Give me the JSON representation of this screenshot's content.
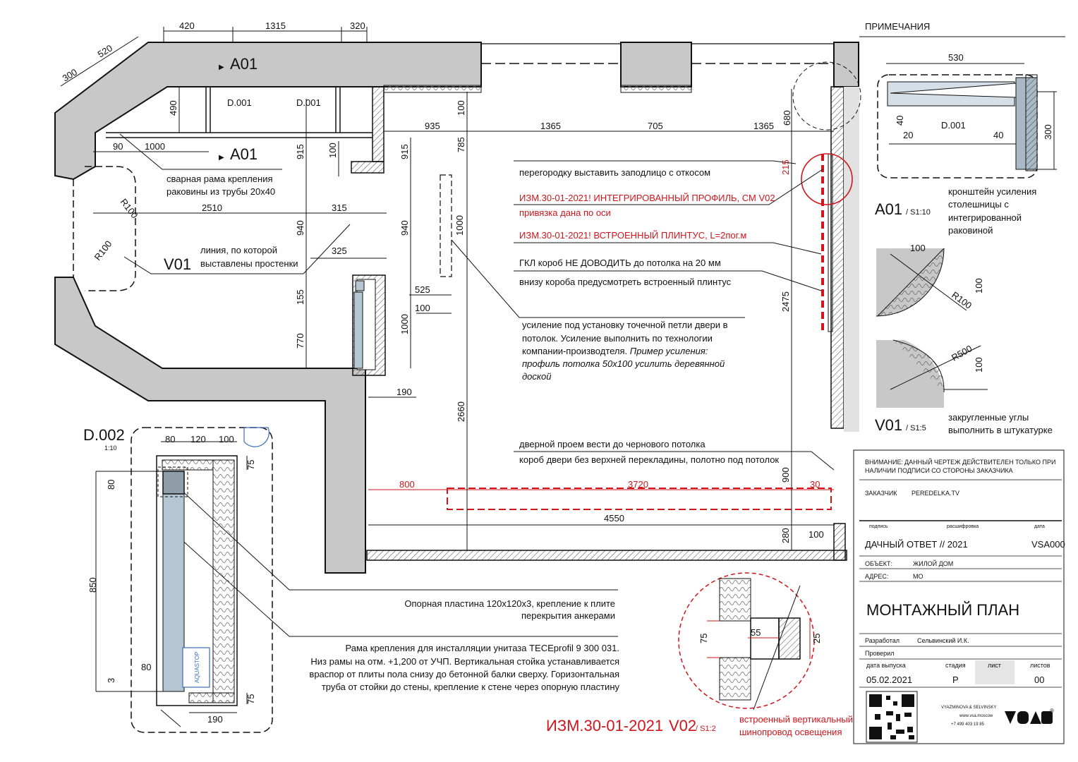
{
  "dims": {
    "d420": "420",
    "d1315": "1315",
    "d320": "320",
    "d520": "520",
    "d300": "300",
    "d490": "490",
    "d90": "90",
    "d1000a": "1000",
    "d935": "935",
    "d1365a": "1365",
    "d705": "705",
    "d1365b": "1365",
    "d680": "680",
    "d100a": "100",
    "d785": "785",
    "d915a": "915",
    "d100b": "100",
    "d915b": "915",
    "d2510": "2510",
    "d315": "315",
    "d940a": "940",
    "d940b": "940",
    "d1000b": "1000",
    "d325": "325",
    "d525": "525",
    "d100c": "100",
    "d155": "155",
    "d770": "770",
    "d1000c": "1000",
    "d190a": "190",
    "d2660": "2660",
    "d215": "215",
    "d2475": "2475",
    "d900": "900",
    "d800": "800",
    "d3720": "3720",
    "d30": "30",
    "d4550": "4550",
    "d280": "280",
    "d100d": "100",
    "r100a": "R100",
    "r100b": "R100"
  },
  "labels": {
    "a01_top": "A01",
    "a01_mid": "A01",
    "d001a": "D.001",
    "d001b": "D.001",
    "v01": "V01"
  },
  "notes": {
    "frame1": "сварная рама крепления",
    "frame2": "раковины из трубы 20х40",
    "line1": "линия, по которой",
    "line2": "выставлены простенки",
    "n1": "перегородку выставить заподлицо с откосом",
    "rev1a": "ИЗМ.30-01-2021! ИНТЕГРИРОВАННЫЙ ПРОФИЛЬ, СМ V02",
    "rev1b": "привязка дана по оси",
    "rev2": "ИЗМ.30-01-2021! ВСТРОЕННЫЙ ПЛИНТУС, L=2пог.м",
    "n2": "ГКЛ короб НЕ ДОВОДИТЬ до потолка на 20 мм",
    "n3": "внизу короба предусмотреть встроенный плинтус",
    "n4a": "усиление под установку точечной петли двери в",
    "n4b": "потолок. Усиление выполнить по технологии",
    "n4c": "компании-производтеля.",
    "n4c_i": "Пример усиления:",
    "n4d": "профиль потолка 50х100 усилить деревянной",
    "n4e": "доской",
    "n5": "дверной проем вести до чернового потолка",
    "n6": "короб двери без верхней перекладины, полотно под потолок",
    "plate1": "Опорная пластина 120х120х3, крепление к плите",
    "plate2": "перекрытия анкерами",
    "rama1": "Рама крепления для инсталляции унитаза TECEprofil 9 300 031.",
    "rama2": "Низ рамы на отм. +1,200 от УЧП. Вертикальная стойка устанавливается",
    "rama3": "враспор от плиты пола снизу до бетонной балки сверху. Горизонтальная",
    "rama4": "труба от стойки до стены, крепление к стене через опорную пластину"
  },
  "d002": {
    "title": "D.002",
    "scale": "1:10",
    "d80a": "80",
    "d120": "120",
    "d100": "100",
    "d75a": "75",
    "d80b": "80",
    "d850": "850",
    "d80c": "80",
    "d3": "3",
    "d75b": "75",
    "d190": "190",
    "aquastop": "AQUASTOP"
  },
  "v02": {
    "d55": "55",
    "d75": "75",
    "d25": "25",
    "caption1": "встроенный вертикальный",
    "caption2": "шинопровод освещения",
    "rev": "ИЗМ.30-01-2021",
    "name": "V02",
    "scale": "/ S1:2"
  },
  "side": {
    "header": "ПРИМЕЧАНИЯ",
    "a01_d530": "530",
    "a01_d300": "300",
    "a01_d40a": "40",
    "a01_d20": "20",
    "a01_d001": "D.001",
    "a01_d40b": "40",
    "a01_name": "A01",
    "a01_scale": "/ S1:10",
    "a01_desc1": "кронштейн усиления",
    "a01_desc2": "столешницы с",
    "a01_desc3": "интегрированной",
    "a01_desc4": "раковиной",
    "c1_d100a": "100",
    "c1_d100b": "100",
    "c1_r": "R100",
    "c2_r": "R500",
    "c2_d100": "100",
    "v01_name": "V01",
    "v01_scale": "/ S1:5",
    "v01_desc1": "закругленные углы",
    "v01_desc2": "выполнить в штукатурке"
  },
  "titleblock": {
    "warn_label": "ВНИМАНИЕ:",
    "warn1": "ДАННЫЙ ЧЕРТЕЖ ДЕЙСТВИТЕЛЕН ТОЛЬКО ПРИ",
    "warn2": "НАЛИЧИИ ПОДПИСИ СО СТОРОНЫ ЗАКАЗЧИКА",
    "customer_label": "ЗАКАЗЧИК",
    "customer": "PEREDELKA.TV",
    "sig": "подпись",
    "decode": "расшифровка",
    "date": "дата",
    "project": "ДАЧНЫЙ ОТВЕТ // 2021",
    "code": "VSA000",
    "object_label": "ОБЪЕКТ:",
    "object": "ЖИЛОЙ ДОМ",
    "address_label": "АДРЕС:",
    "address": "МО",
    "sheet_title": "МОНТАЖНЫЙ ПЛАН",
    "dev_label": "Разработал",
    "dev": "Сельвинский И.К.",
    "check_label": "Проверил",
    "issue_label": "дата выпуска",
    "stage_label": "стадия",
    "sheet_label": "лист",
    "sheets_label": "листов",
    "issue": "05.02.2021",
    "stage": "Р",
    "sheets": "00",
    "firm1": "VYAZMINOVA & SELVINSKY",
    "firm2": "www.vsa.moscow",
    "firm3": "+7 499 403 19 85",
    "reg": "®"
  }
}
